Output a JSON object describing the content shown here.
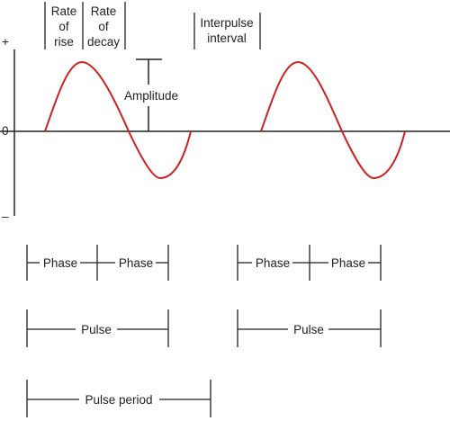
{
  "colors": {
    "waveform": "#cc2222",
    "ink": "#222222",
    "background": "#ffffff"
  },
  "axis": {
    "plus_label": "+",
    "zero_label": "0",
    "minus_label": "–"
  },
  "top_labels": {
    "rate_of_rise": [
      "Rate",
      "of",
      "rise"
    ],
    "rate_of_decay": [
      "Rate",
      "of",
      "decay"
    ],
    "interpulse_interval": [
      "Interpulse",
      "interval"
    ]
  },
  "amplitude_label": "Amplitude",
  "timing": {
    "phase_label": "Phase",
    "pulse_label": "Pulse",
    "pulse_period_label": "Pulse period"
  }
}
